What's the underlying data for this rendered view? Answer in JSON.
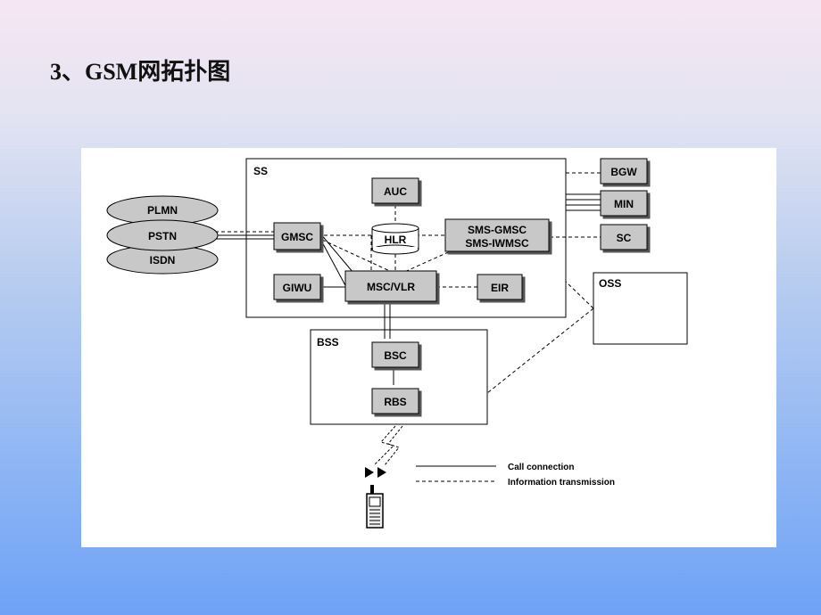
{
  "slide": {
    "title": "3、GSM网拓扑图"
  },
  "diagram": {
    "groups": {
      "ss": "SS",
      "bss": "BSS",
      "oss": "OSS"
    },
    "networks": {
      "plmn": "PLMN",
      "pstn": "PSTN",
      "isdn": "ISDN"
    },
    "nodes": {
      "auc": "AUC",
      "hlr": "HLR",
      "gmsc": "GMSC",
      "sms_gmsc_line1": "SMS-GMSC",
      "sms_gmsc_line2": "SMS-IWMSC",
      "giwu": "GIWU",
      "msc_vlr": "MSC/VLR",
      "eir": "EIR",
      "bgw": "BGW",
      "min": "MIN",
      "sc": "SC",
      "bsc": "BSC",
      "rbs": "RBS"
    },
    "legend": {
      "solid": "Call connection",
      "dashed": "Information transmission"
    }
  }
}
